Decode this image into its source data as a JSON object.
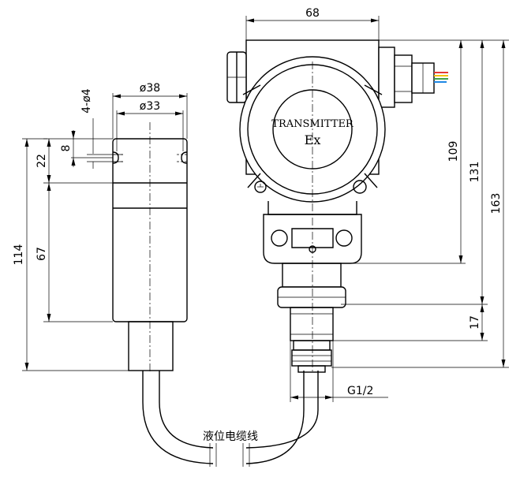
{
  "dimensions": {
    "width_68": "68",
    "height_109": "109",
    "height_131": "131",
    "height_163": "163",
    "height_17": "17",
    "thread": "G1/2",
    "dia_38": "ø38",
    "dia_33": "ø33",
    "holes": "4-ø4",
    "height_8": "8",
    "height_22": "22",
    "height_67": "67",
    "height_114": "114"
  },
  "labels": {
    "housing_line1": "TRANSMITTER",
    "housing_line2": "Ex",
    "cable": "液位电缆线"
  },
  "colors": {
    "wire_red": "#e53935",
    "wire_green": "#43a047",
    "wire_yellow": "#f4c20d",
    "wire_blue": "#1e88e5"
  }
}
